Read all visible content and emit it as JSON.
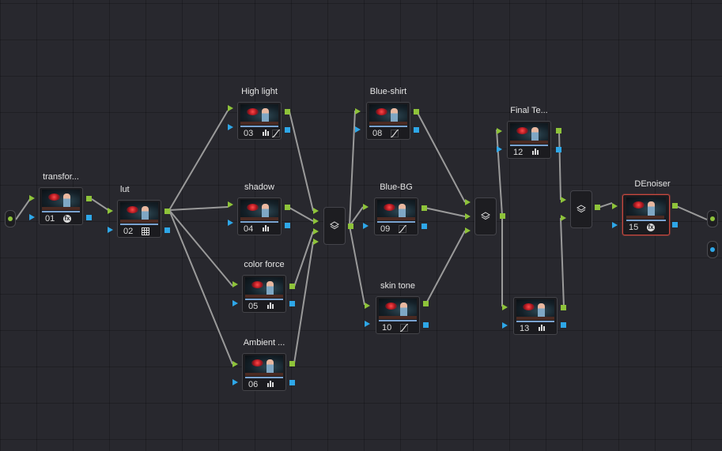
{
  "nodes": [
    {
      "id": "n01",
      "number": "01",
      "label": "transfor...",
      "tools": [
        "fx"
      ]
    },
    {
      "id": "n02",
      "number": "02",
      "label": "lut",
      "tools": [
        "lut-grid"
      ]
    },
    {
      "id": "n03",
      "number": "03",
      "label": "High light",
      "tools": [
        "bars",
        "curves"
      ]
    },
    {
      "id": "n04",
      "number": "04",
      "label": "shadow",
      "tools": [
        "bars"
      ]
    },
    {
      "id": "n05",
      "number": "05",
      "label": "color force",
      "tools": [
        "bars"
      ]
    },
    {
      "id": "n06",
      "number": "06",
      "label": "Ambient ...",
      "tools": [
        "bars"
      ]
    },
    {
      "id": "n08",
      "number": "08",
      "label": "Blue-shirt",
      "tools": [
        "curves"
      ]
    },
    {
      "id": "n09",
      "number": "09",
      "label": "Blue-BG",
      "tools": [
        "curves"
      ]
    },
    {
      "id": "n10",
      "number": "10",
      "label": "skin tone",
      "tools": [
        "curves"
      ]
    },
    {
      "id": "n12",
      "number": "12",
      "label": "Final Te...",
      "tools": [
        "bars"
      ]
    },
    {
      "id": "n13",
      "number": "13",
      "label": "",
      "tools": [
        "bars"
      ]
    },
    {
      "id": "n15",
      "number": "15",
      "label": "DEnoiser",
      "tools": [
        "fx"
      ],
      "selected": true
    }
  ],
  "mixers": [
    {
      "id": "m1",
      "icon": "layer-mixer-icon"
    },
    {
      "id": "m2",
      "icon": "layer-mixer-icon"
    },
    {
      "id": "m3",
      "icon": "layer-mixer-icon"
    }
  ],
  "colors": {
    "rgb_pin": "#8ec33a",
    "alpha_pin": "#2ea7e8",
    "selected_outline": "#c8483e",
    "connection": "#9a9a9a",
    "canvas": "#28282e"
  }
}
